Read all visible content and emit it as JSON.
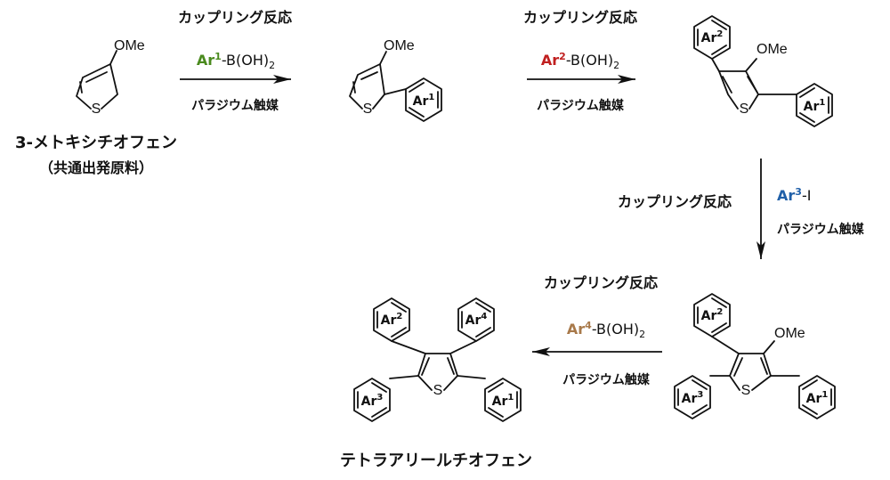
{
  "colors": {
    "ar1": "#4a8a1e",
    "ar2": "#c01f1f",
    "ar3": "#1f5fa8",
    "ar4": "#a8794a",
    "ink": "#111111"
  },
  "atoms": {
    "sulfur": "S",
    "methoxy": "OMe"
  },
  "aryl": {
    "base": "Ar",
    "n1": "1",
    "n2": "2",
    "n3": "3",
    "n4": "4"
  },
  "start_material": {
    "name": "3-メトキシチオフェン",
    "note": "（共通出発原料）"
  },
  "steps": [
    {
      "top": "カップリング反応",
      "reagent_suffix": "-B(OH)",
      "reagent_sub": "2",
      "bottom": "パラジウム触媒"
    },
    {
      "top": "カップリング反応",
      "reagent_suffix": "-B(OH)",
      "reagent_sub": "2",
      "bottom": "パラジウム触媒"
    },
    {
      "top": "カップリング反応",
      "reagent_suffix": "-I",
      "bottom": "パラジウム触媒"
    },
    {
      "top": "カップリング反応",
      "reagent_suffix": "-B(OH)",
      "reagent_sub": "2",
      "bottom": "パラジウム触媒"
    }
  ],
  "product": {
    "name": "テトラアリールチオフェン"
  }
}
